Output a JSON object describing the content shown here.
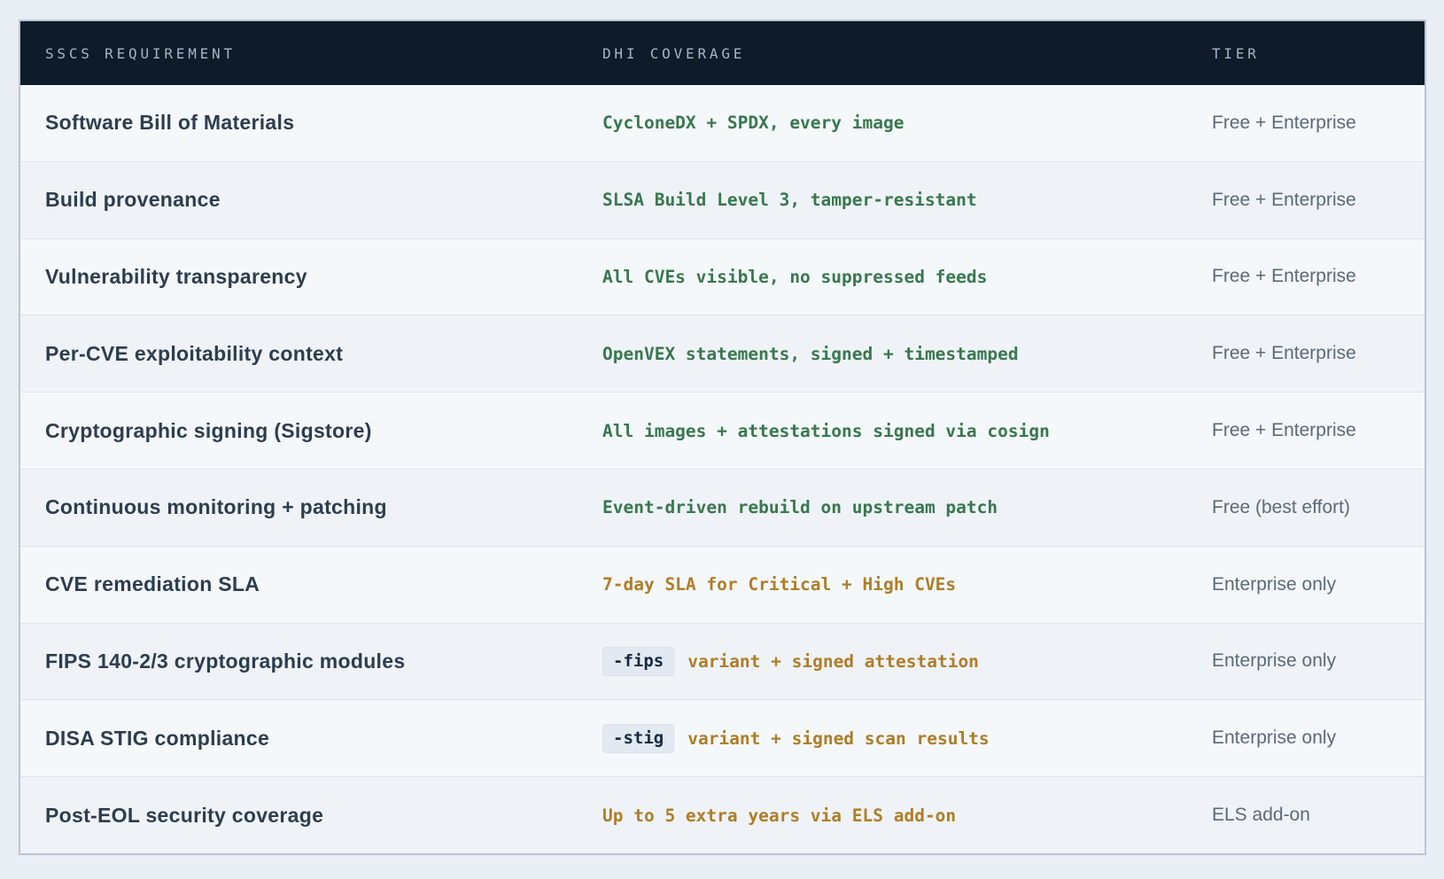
{
  "table": {
    "columns": [
      {
        "label": "SSCS REQUIREMENT"
      },
      {
        "label": "DHI COVERAGE"
      },
      {
        "label": "TIER"
      }
    ],
    "rows": [
      {
        "requirement": "Software Bill of Materials",
        "coverage": "CycloneDX + SPDX, every image",
        "coverage_color": "green",
        "tier": "Free + Enterprise"
      },
      {
        "requirement": "Build provenance",
        "coverage": "SLSA Build Level 3, tamper-resistant",
        "coverage_color": "green",
        "tier": "Free + Enterprise"
      },
      {
        "requirement": "Vulnerability transparency",
        "coverage": "All CVEs visible, no suppressed feeds",
        "coverage_color": "green",
        "tier": "Free + Enterprise"
      },
      {
        "requirement": "Per-CVE exploitability context",
        "coverage": "OpenVEX statements, signed + timestamped",
        "coverage_color": "green",
        "tier": "Free + Enterprise"
      },
      {
        "requirement": "Cryptographic signing (Sigstore)",
        "coverage": "All images + attestations signed via cosign",
        "coverage_color": "green",
        "tier": "Free + Enterprise"
      },
      {
        "requirement": "Continuous monitoring + patching",
        "coverage": "Event-driven rebuild on upstream patch",
        "coverage_color": "green",
        "tier": "Free (best effort)"
      },
      {
        "requirement": "CVE remediation SLA",
        "coverage": "7-day SLA for Critical + High CVEs",
        "coverage_color": "amber",
        "tier": "Enterprise only"
      },
      {
        "requirement": "FIPS 140-2/3 cryptographic modules",
        "coverage_chip": "-fips",
        "coverage": "variant + signed attestation",
        "coverage_color": "amber",
        "tier": "Enterprise only"
      },
      {
        "requirement": "DISA STIG compliance",
        "coverage_chip": "-stig",
        "coverage": "variant + signed scan results",
        "coverage_color": "amber",
        "tier": "Enterprise only"
      },
      {
        "requirement": "Post-EOL security coverage",
        "coverage": "Up to 5 extra years via ELS add-on",
        "coverage_color": "amber",
        "tier": "ELS add-on"
      }
    ],
    "colors": {
      "green": "#38784d",
      "amber": "#b07d26",
      "header_bg": "#0e1b29",
      "header_text": "#a4b6c9",
      "requirement_text": "#2c3d4f",
      "tier_text": "#5a6a79",
      "chip_bg": "#e2e9f1",
      "chip_text": "#152a42"
    }
  }
}
